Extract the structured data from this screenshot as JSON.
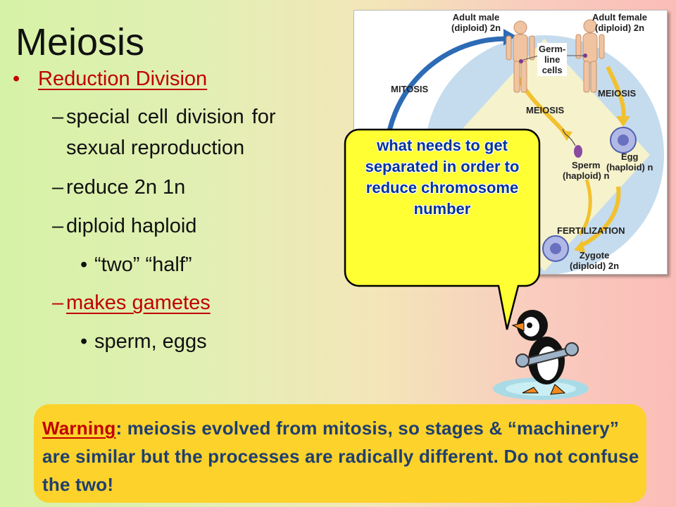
{
  "slide": {
    "title": "Meiosis",
    "bullets": [
      {
        "symbol": "•",
        "text": "Reduction Division"
      },
      {
        "symbol": "–",
        "text": "special cell division for"
      },
      {
        "symbol": "",
        "text": "sexual reproduction"
      },
      {
        "symbol": "–",
        "text": "reduce 2n  1n"
      },
      {
        "symbol": "–",
        "text": "diploid  haploid"
      },
      {
        "symbol": "•",
        "text": "“two”  “half”"
      },
      {
        "symbol": "–",
        "text": "makes gametes"
      },
      {
        "symbol": "•",
        "text": "sperm, eggs"
      }
    ],
    "arrow_glyph": "",
    "accent_red": "#c00000"
  },
  "diagram": {
    "adult_male": "Adult male",
    "adult_male_sub": "(diploid) 2n",
    "adult_female": "Adult female",
    "adult_female_sub": "(diploid) 2n",
    "germline": "Germ-\nline\ncells",
    "mitosis": "MITOSIS",
    "meiosis_left": "MEIOSIS",
    "meiosis_right": "MEIOSIS",
    "sperm": "Sperm",
    "sperm_sub": "(haploid) n",
    "egg": "Egg",
    "egg_sub": "(haploid) n",
    "fertilization": "FERTILIZATION",
    "zygote": "Zygote",
    "zygote_sub": "(diploid) 2n"
  },
  "bubble": {
    "text": "what needs to get separated in order to reduce chromosome number",
    "fill": "#ffff33"
  },
  "warning": {
    "label": "Warning",
    "text": ": meiosis evolved from mitosis, so stages & “machinery” are similar but the processes are radically different. Do not confuse the two!",
    "background": "#fdd22b"
  }
}
